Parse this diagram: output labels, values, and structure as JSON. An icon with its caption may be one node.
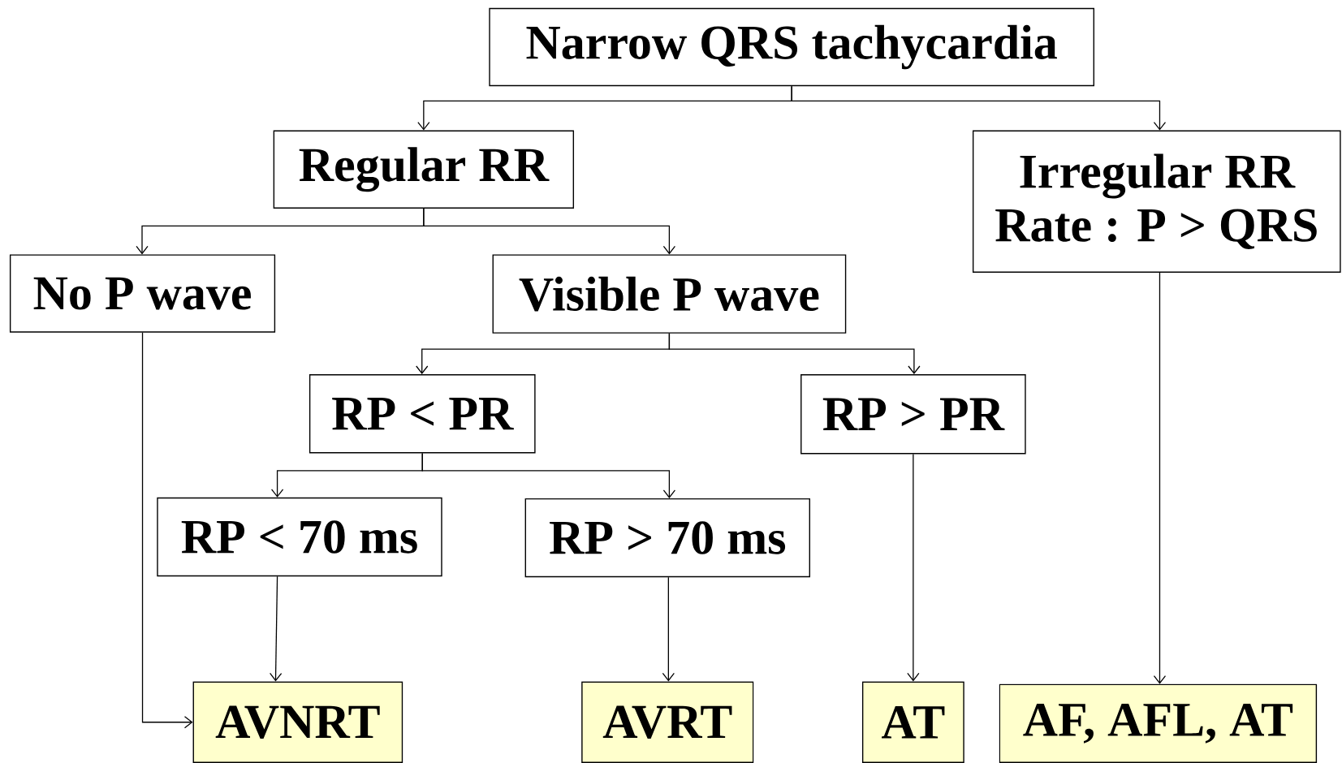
{
  "diagram": {
    "nodes": [
      {
        "text": [
          "Narrow QRS tachycardia"
        ]
      },
      {
        "text": [
          "Regular RR"
        ]
      },
      {
        "text": [
          "Irregular RR",
          "Rate : P > QRS"
        ]
      },
      {
        "text": [
          "No P wave"
        ]
      },
      {
        "text": [
          "Visible P wave"
        ]
      },
      {
        "text": [
          "RP < PR"
        ]
      },
      {
        "text": [
          "RP > PR"
        ]
      },
      {
        "text": [
          "RP < 70 ms"
        ]
      },
      {
        "text": [
          "RP > 70 ms"
        ]
      },
      {
        "text": [
          "AVNRT"
        ]
      },
      {
        "text": [
          "AVRT"
        ]
      },
      {
        "text": [
          "AT"
        ]
      },
      {
        "text": [
          "AF, AFL, AT"
        ]
      }
    ],
    "edges": [
      {
        "from": 0,
        "to": 1,
        "arrow": "to"
      },
      {
        "from": 0,
        "to": 2,
        "arrow": "to"
      },
      {
        "from": 1,
        "to": 3,
        "arrow": "to"
      },
      {
        "from": 1,
        "to": 4,
        "arrow": "to"
      },
      {
        "from": 4,
        "to": 5,
        "arrow": "to"
      },
      {
        "from": 4,
        "to": 6,
        "arrow": "to"
      },
      {
        "from": 5,
        "to": 7,
        "arrow": "to"
      },
      {
        "from": 5,
        "to": 8,
        "arrow": "to"
      },
      {
        "from": 3,
        "to": 9,
        "arrow": "to"
      },
      {
        "from": 7,
        "to": 9,
        "arrow": "to"
      },
      {
        "from": 8,
        "to": 10,
        "arrow": "to"
      },
      {
        "from": 6,
        "to": 11,
        "arrow": "to"
      },
      {
        "from": 2,
        "to": 12,
        "arrow": "to"
      }
    ]
  }
}
